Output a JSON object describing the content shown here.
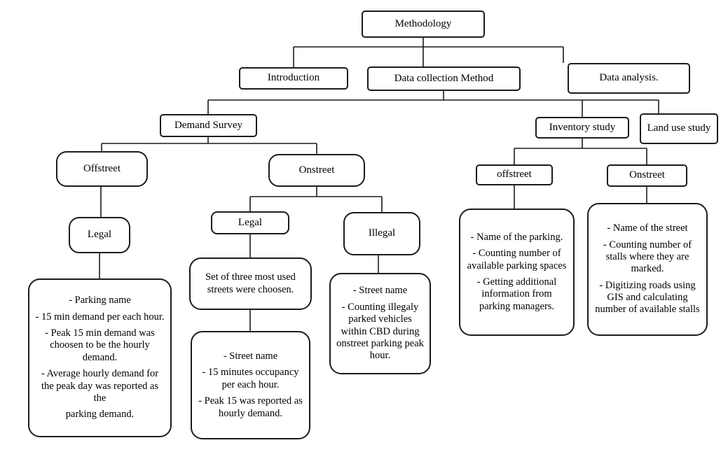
{
  "diagram_title": "Methodology",
  "colors": {
    "border": "#1c1c1c",
    "background": "#ffffff",
    "text": "#000000"
  },
  "nodes": {
    "methodology": "Methodology",
    "introduction": "Introduction",
    "data_collection": "Data collection Method",
    "data_analysis": "Data analysis.",
    "demand_survey": "Demand Survey",
    "inventory_study": "Inventory study",
    "land_use_study": "Land use study",
    "offstreet_demand": "Offstreet",
    "onstreet_demand": "Onstreet",
    "offstreet_inventory": "offstreet",
    "onstreet_inventory": "Onstreet",
    "legal_offstreet": "Legal",
    "legal_onstreet": "Legal",
    "illegal_onstreet": "Illegal",
    "streets_chosen": "Set of three most used streets were choosen."
  },
  "details": {
    "offstreet_legal": {
      "items": [
        "- Parking name",
        "- 15 min demand per each hour.",
        "- Peak 15 min demand was choosen to be the hourly demand.",
        "- Average hourly demand for the peak day was reported as the",
        "parking demand."
      ]
    },
    "onstreet_legal": {
      "items": [
        "- Street name",
        "- 15 minutes occupancy per each hour.",
        "- Peak 15 was reported as hourly demand."
      ]
    },
    "illegal": {
      "items": [
        "- Street name",
        "- Counting illegaly parked vehicles within CBD during onstreet parking peak hour."
      ]
    },
    "offstreet_inventory": {
      "items": [
        "- Name of the parking.",
        "- Counting number of available parking spaces",
        "- Getting additional information from parking managers."
      ]
    },
    "onstreet_inventory": {
      "items": [
        "- Name of the street",
        "- Counting number of stalls where they are marked.",
        "- Digitizing roads using GIS and calculating number of available stalls"
      ]
    }
  }
}
